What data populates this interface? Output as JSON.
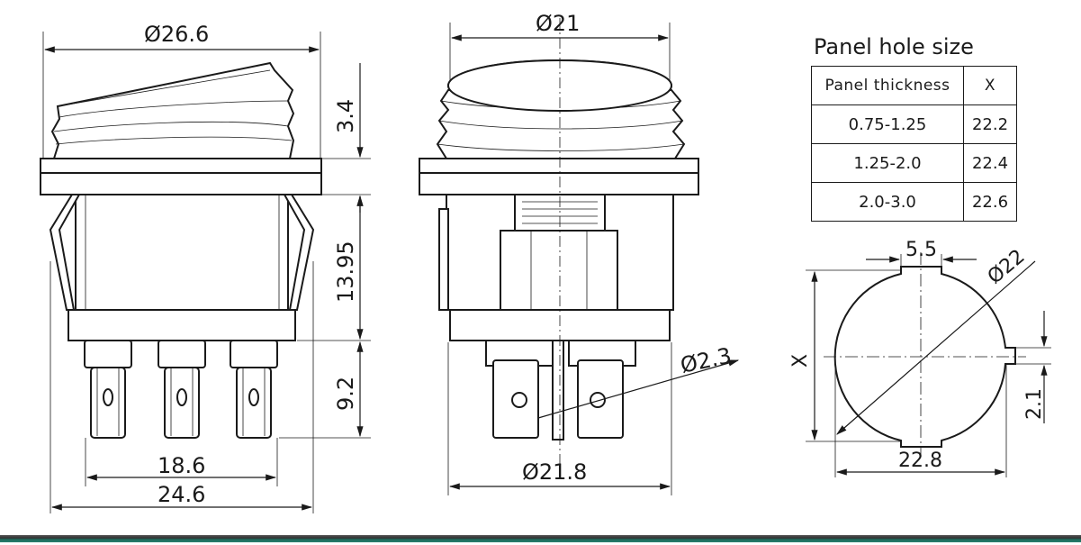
{
  "front_view": {
    "width_top": "Ø26.6",
    "height_cap": "3.4",
    "height_body": "13.95",
    "height_terminals": "9.2",
    "terminal_span": "18.6",
    "base_width": "24.6"
  },
  "side_view": {
    "cap_diameter": "Ø21",
    "hole_diameter": "Ø2.3",
    "base_diameter": "Ø21.8"
  },
  "panel_hole": {
    "title": "Panel hole size",
    "header": [
      "Panel  thickness",
      "X"
    ],
    "rows": [
      [
        "0.75-1.25",
        "22.2"
      ],
      [
        "1.25-2.0",
        "22.4"
      ],
      [
        "2.0-3.0",
        "22.6"
      ]
    ]
  },
  "hole_view": {
    "key_width": "5.5",
    "diameter": "Ø22",
    "x_label": "X",
    "notch": "2.1",
    "width": "22.8"
  }
}
